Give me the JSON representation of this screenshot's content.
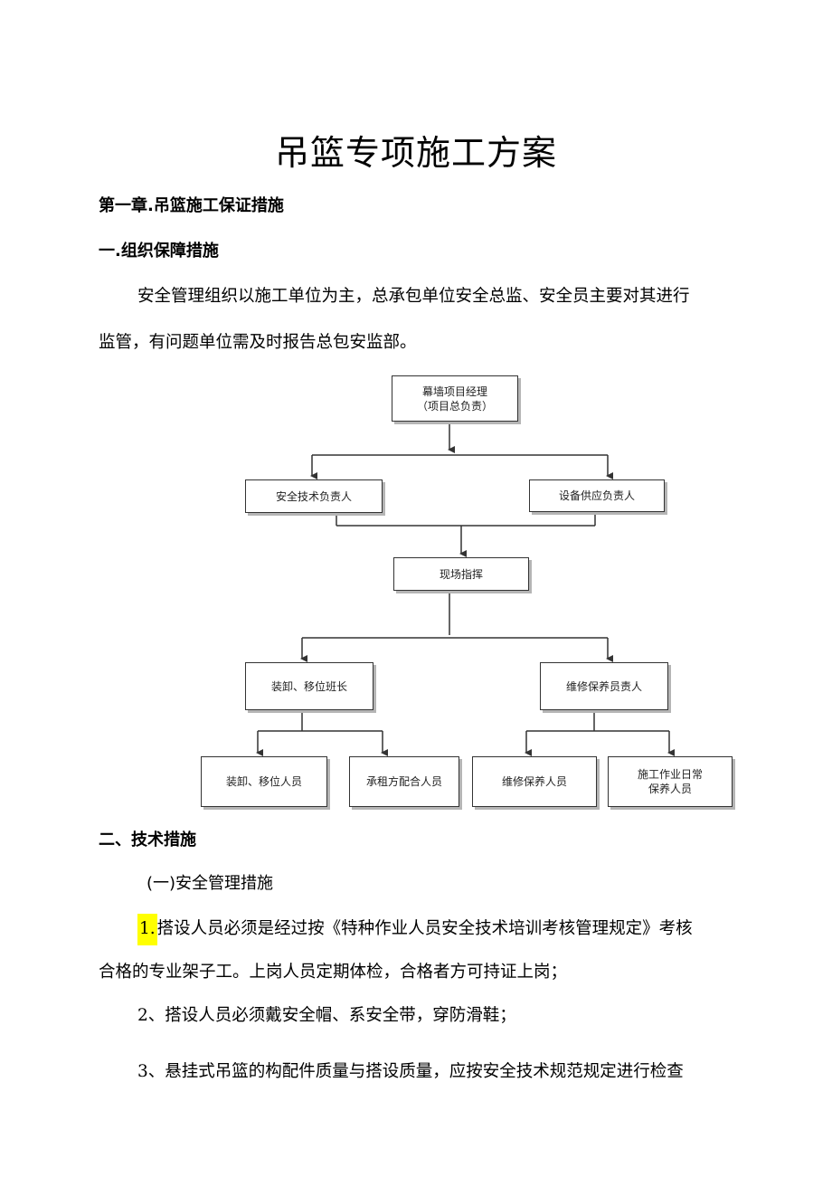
{
  "doc": {
    "title": "吊篮专项施工方案",
    "chapter1": "第一章.吊篮施工保证措施",
    "section1": "一.组织保障措施",
    "para1_line1": "安全管理组织以施工单位为主，总承包单位安全总监、安全员主要对其进行",
    "para1_line2": "监管，有问题单位需及时报告总包安监部。",
    "section2": "二、技术措施",
    "subsection": "(一)安全管理措施",
    "item1_num": "1.",
    "item1_line1": "搭设人员必须是经过按《特种作业人员安全技术培训考核管理规定》考核",
    "item1_line2": "合格的专业架子工。上岗人员定期体检，合格者方可持证上岗；",
    "item2_num": "2、",
    "item2_text": "搭设人员必须戴安全帽、系安全带，穿防滑鞋；",
    "item3_num": "3、",
    "item3_text": "悬挂式吊篮的构配件质量与搭设质量，应按安全技术规范规定进行检查"
  },
  "org_chart": {
    "pm_line1": "幕墙项目经理",
    "pm_line2": "（项目总负责）",
    "safety_tech": "安全技术负责人",
    "equipment": "设备供应负责人",
    "site_command": "现场指挥",
    "install_leader": "装卸、移位班长",
    "maintenance_lead": "维修保养员责人",
    "install_staff": "装卸、移位人员",
    "lessor_staff": "承租方配合人员",
    "maintenance_staff": "维修保养人员",
    "daily_line1": "施工作业日常",
    "daily_line2": "保养人员"
  },
  "colors": {
    "highlight": "#ffff00",
    "box_border": "#333333",
    "box_shadow": "#b5b5b5"
  }
}
